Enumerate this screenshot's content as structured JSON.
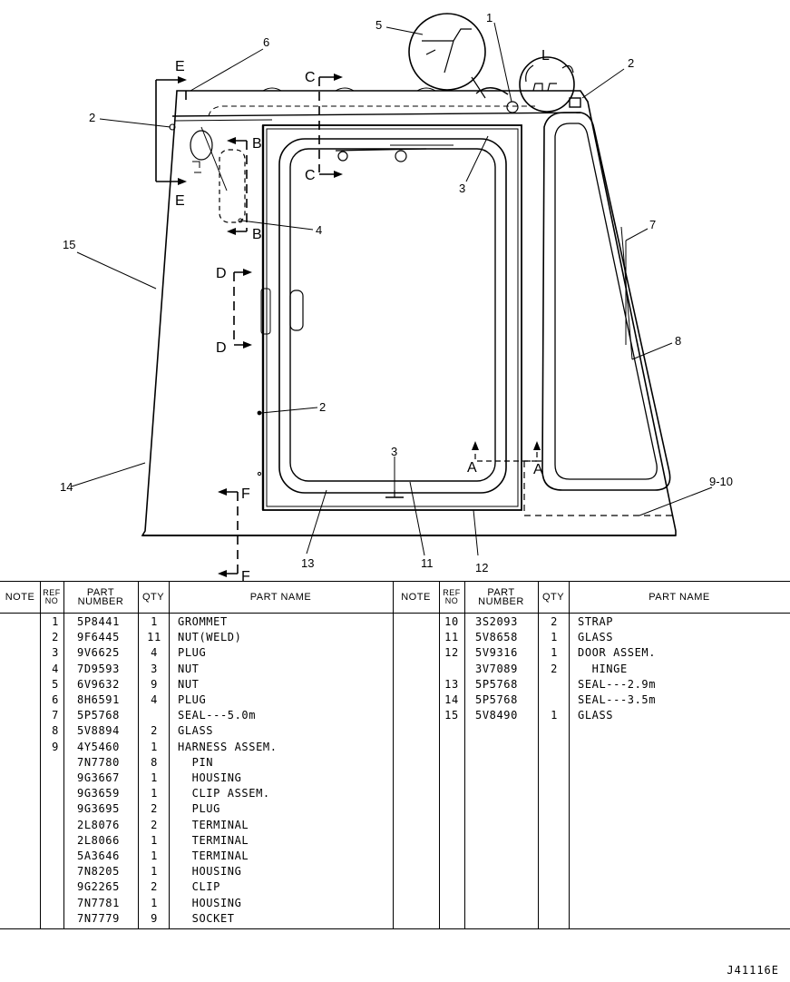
{
  "drawing": {
    "callouts": [
      "1",
      "2",
      "2",
      "2",
      "3",
      "3",
      "4",
      "5",
      "6",
      "7",
      "8",
      "9-10",
      "11",
      "12",
      "13",
      "14",
      "15"
    ],
    "sections": [
      "A",
      "B",
      "C",
      "D",
      "E",
      "F"
    ],
    "detail_l": "L"
  },
  "table": {
    "headers": {
      "note": "NOTE",
      "ref_no": "REF NO",
      "part_number": "PART NUMBER",
      "qty": "QTY",
      "part_name": "PART NAME"
    },
    "left_rows": [
      {
        "ref": "1",
        "pn": "5P8441",
        "qty": "1",
        "name": "GROMMET"
      },
      {
        "ref": "2",
        "pn": "9F6445",
        "qty": "11",
        "name": "NUT(WELD)"
      },
      {
        "ref": "3",
        "pn": "9V6625",
        "qty": "4",
        "name": "PLUG"
      },
      {
        "ref": "4",
        "pn": "7D9593",
        "qty": "3",
        "name": "NUT"
      },
      {
        "ref": "5",
        "pn": "6V9632",
        "qty": "9",
        "name": "NUT"
      },
      {
        "ref": "6",
        "pn": "8H6591",
        "qty": "4",
        "name": "PLUG"
      },
      {
        "ref": "7",
        "pn": "5P5768",
        "qty": "",
        "name": "SEAL---5.0m"
      },
      {
        "ref": "8",
        "pn": "5V8894",
        "qty": "2",
        "name": "GLASS"
      },
      {
        "ref": "9",
        "pn": "4Y5460",
        "qty": "1",
        "name": "HARNESS ASSEM."
      },
      {
        "ref": "",
        "pn": "7N7780",
        "qty": "8",
        "name": "  PIN"
      },
      {
        "ref": "",
        "pn": "9G3667",
        "qty": "1",
        "name": "  HOUSING"
      },
      {
        "ref": "",
        "pn": "9G3659",
        "qty": "1",
        "name": "  CLIP ASSEM."
      },
      {
        "ref": "",
        "pn": "9G3695",
        "qty": "2",
        "name": "  PLUG"
      },
      {
        "ref": "",
        "pn": "2L8076",
        "qty": "2",
        "name": "  TERMINAL"
      },
      {
        "ref": "",
        "pn": "2L8066",
        "qty": "1",
        "name": "  TERMINAL"
      },
      {
        "ref": "",
        "pn": "5A3646",
        "qty": "1",
        "name": "  TERMINAL"
      },
      {
        "ref": "",
        "pn": "7N8205",
        "qty": "1",
        "name": "  HOUSING"
      },
      {
        "ref": "",
        "pn": "9G2265",
        "qty": "2",
        "name": "  CLIP"
      },
      {
        "ref": "",
        "pn": "7N7781",
        "qty": "1",
        "name": "  HOUSING"
      },
      {
        "ref": "",
        "pn": "7N7779",
        "qty": "9",
        "name": "  SOCKET"
      }
    ],
    "right_rows": [
      {
        "ref": "10",
        "pn": "3S2093",
        "qty": "2",
        "name": "STRAP"
      },
      {
        "ref": "11",
        "pn": "5V8658",
        "qty": "1",
        "name": "GLASS"
      },
      {
        "ref": "12",
        "pn": "5V9316",
        "qty": "1",
        "name": "DOOR ASSEM."
      },
      {
        "ref": "",
        "pn": "3V7089",
        "qty": "2",
        "name": "  HINGE"
      },
      {
        "ref": "13",
        "pn": "5P5768",
        "qty": "",
        "name": "SEAL---2.9m"
      },
      {
        "ref": "14",
        "pn": "5P5768",
        "qty": "",
        "name": "SEAL---3.5m"
      },
      {
        "ref": "15",
        "pn": "5V8490",
        "qty": "1",
        "name": "GLASS"
      }
    ]
  },
  "document_number": "J41116E"
}
